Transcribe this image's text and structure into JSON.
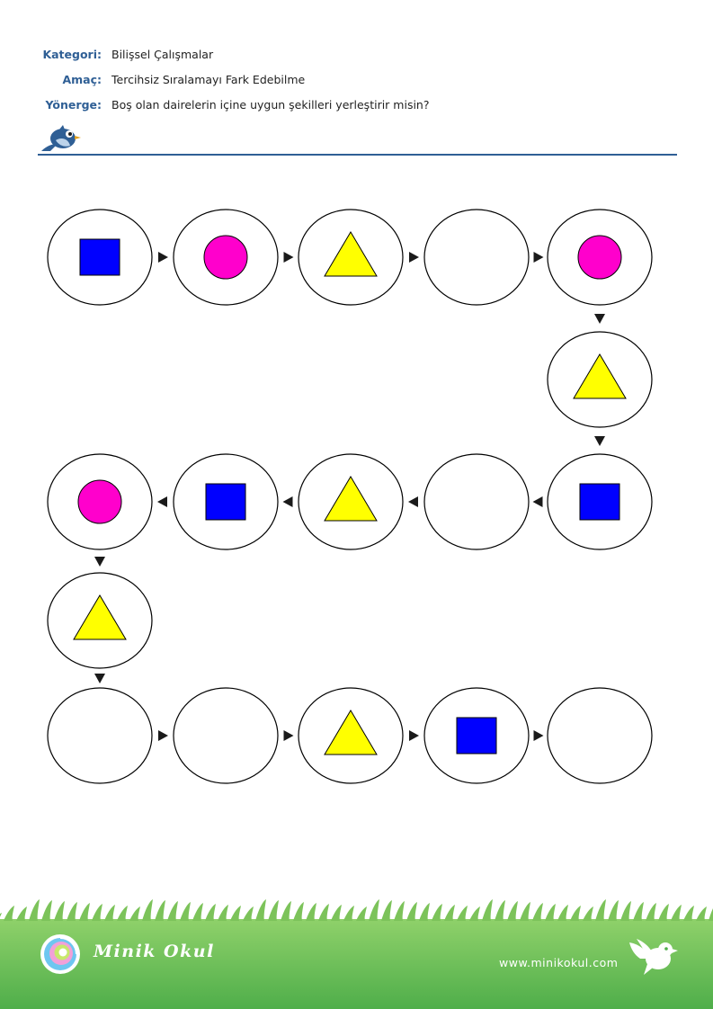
{
  "header": {
    "category_label": "Kategori:",
    "category_value": "Bilişsel Çalışmalar",
    "aim_label": "Amaç:",
    "aim_value": "Tercihsiz Sıralamayı Fark Edebilme",
    "instruction_label": "Yönerge:",
    "instruction_value": "Boş olan dairelerin içine uygun şekilleri yerleştirir misin?"
  },
  "colors": {
    "accent": "#2f5f95",
    "square": "#0000ff",
    "circle": "#ff00cc",
    "triangle": "#ffff00",
    "grass": "#5cb85c"
  },
  "sequence": [
    {
      "shape": "square"
    },
    {
      "shape": "circle"
    },
    {
      "shape": "triangle"
    },
    {
      "shape": "empty"
    },
    {
      "shape": "circle"
    },
    {
      "shape": "triangle"
    },
    {
      "shape": "square"
    },
    {
      "shape": "empty"
    },
    {
      "shape": "triangle"
    },
    {
      "shape": "square"
    },
    {
      "shape": "circle"
    },
    {
      "shape": "triangle"
    },
    {
      "shape": "empty"
    },
    {
      "shape": "empty"
    },
    {
      "shape": "triangle"
    },
    {
      "shape": "square"
    },
    {
      "shape": "empty"
    }
  ],
  "footer": {
    "brand": "Minik Okul",
    "website": "www.minikokul.com",
    "logo_icon": "swirl-logo-icon",
    "mascot_icon": "bird-icon"
  }
}
